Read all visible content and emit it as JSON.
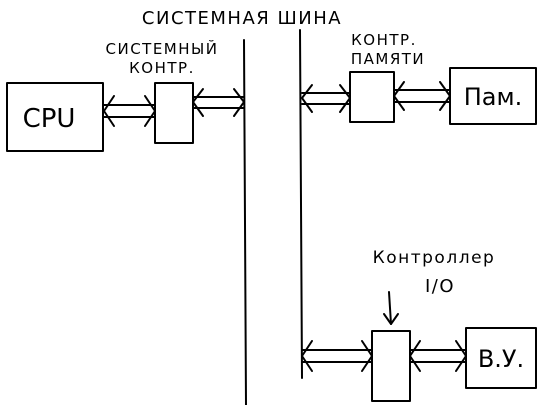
{
  "title": "СИСТЕМНАЯ ШИНА",
  "labels": {
    "sys_ctrl_line1": "СИСТЕМНЫЙ",
    "sys_ctrl_line2": "КОНТР.",
    "mem_ctrl_line1": "КОНТР.",
    "mem_ctrl_line2": "ПАМЯТИ",
    "io_ctrl_line1": "Контроллер",
    "io_ctrl_line2": "I/O"
  },
  "boxes": {
    "cpu": "СРU",
    "memory": "Пам.",
    "device": "В.У."
  }
}
